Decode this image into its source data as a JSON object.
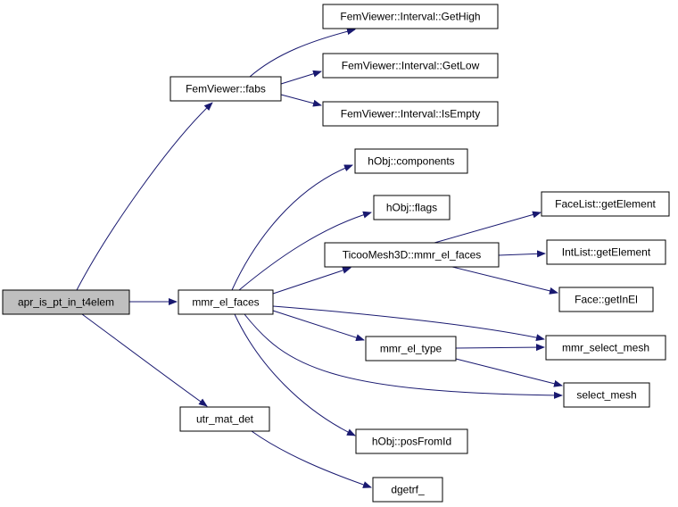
{
  "graph": {
    "colors": {
      "edge": "#191970",
      "node_border": "#000000",
      "node_fill": "#ffffff",
      "root_fill": "#bfbfbf"
    },
    "nodes": [
      {
        "id": "apr",
        "label": "apr_is_pt_in_t4elem",
        "root": true
      },
      {
        "id": "fabs",
        "label": "FemViewer::fabs"
      },
      {
        "id": "gethigh",
        "label": "FemViewer::Interval::GetHigh"
      },
      {
        "id": "getlow",
        "label": "FemViewer::Interval::GetLow"
      },
      {
        "id": "isempty",
        "label": "FemViewer::Interval::IsEmpty"
      },
      {
        "id": "mmr_el_faces",
        "label": "mmr_el_faces"
      },
      {
        "id": "components",
        "label": "hObj::components"
      },
      {
        "id": "flags",
        "label": "hObj::flags"
      },
      {
        "id": "ticoo",
        "label": "TicooMesh3D::mmr_el_faces"
      },
      {
        "id": "facelist",
        "label": "FaceList::getElement"
      },
      {
        "id": "intlist",
        "label": "IntList::getElement"
      },
      {
        "id": "getinel",
        "label": "Face::getInEl"
      },
      {
        "id": "mmr_el_type",
        "label": "mmr_el_type"
      },
      {
        "id": "mmr_select_mesh",
        "label": "mmr_select_mesh"
      },
      {
        "id": "select_mesh",
        "label": "select_mesh"
      },
      {
        "id": "posfromid",
        "label": "hObj::posFromId"
      },
      {
        "id": "utr",
        "label": "utr_mat_det"
      },
      {
        "id": "dgetrf",
        "label": "dgetrf_"
      }
    ],
    "edges": [
      {
        "from": "apr",
        "to": "fabs"
      },
      {
        "from": "apr",
        "to": "mmr_el_faces"
      },
      {
        "from": "apr",
        "to": "utr"
      },
      {
        "from": "fabs",
        "to": "gethigh"
      },
      {
        "from": "fabs",
        "to": "getlow"
      },
      {
        "from": "fabs",
        "to": "isempty"
      },
      {
        "from": "mmr_el_faces",
        "to": "components"
      },
      {
        "from": "mmr_el_faces",
        "to": "flags"
      },
      {
        "from": "mmr_el_faces",
        "to": "ticoo"
      },
      {
        "from": "mmr_el_faces",
        "to": "mmr_select_mesh"
      },
      {
        "from": "mmr_el_faces",
        "to": "mmr_el_type"
      },
      {
        "from": "mmr_el_faces",
        "to": "select_mesh"
      },
      {
        "from": "mmr_el_faces",
        "to": "posfromid"
      },
      {
        "from": "ticoo",
        "to": "facelist"
      },
      {
        "from": "ticoo",
        "to": "intlist"
      },
      {
        "from": "ticoo",
        "to": "getinel"
      },
      {
        "from": "mmr_el_type",
        "to": "mmr_select_mesh"
      },
      {
        "from": "mmr_el_type",
        "to": "select_mesh"
      },
      {
        "from": "utr",
        "to": "dgetrf"
      }
    ]
  }
}
